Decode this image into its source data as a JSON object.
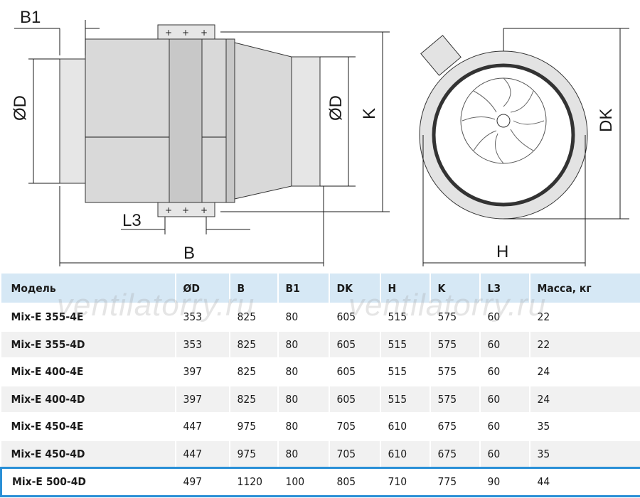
{
  "drawing": {
    "labels": {
      "b1": "B1",
      "diameter_left": "ØD",
      "diameter_right": "ØD",
      "k": "K",
      "l3": "L3",
      "b": "B",
      "dk": "DK",
      "h": "H"
    }
  },
  "watermark": "ventilatorry.ru",
  "table": {
    "headers": [
      "Модель",
      "ØD",
      "B",
      "B1",
      "DK",
      "H",
      "K",
      "L3",
      "Масса, кг"
    ],
    "rows": [
      [
        "Mix-E 355-4E",
        "353",
        "825",
        "80",
        "605",
        "515",
        "575",
        "60",
        "22"
      ],
      [
        "Mix-E 355-4D",
        "353",
        "825",
        "80",
        "605",
        "515",
        "575",
        "60",
        "22"
      ],
      [
        "Mix-E 400-4E",
        "397",
        "825",
        "80",
        "605",
        "515",
        "575",
        "60",
        "24"
      ],
      [
        "Mix-E 400-4D",
        "397",
        "825",
        "80",
        "605",
        "515",
        "575",
        "60",
        "24"
      ],
      [
        "Mix-E 450-4E",
        "447",
        "975",
        "80",
        "705",
        "610",
        "675",
        "60",
        "35"
      ],
      [
        "Mix-E 450-4D",
        "447",
        "975",
        "80",
        "705",
        "610",
        "675",
        "60",
        "35"
      ],
      [
        "Mix-E 500-4D",
        "497",
        "1120",
        "100",
        "805",
        "710",
        "775",
        "90",
        "44"
      ]
    ],
    "highlight_color": "#2a8fd6",
    "header_bg": "#d6e8f5"
  }
}
